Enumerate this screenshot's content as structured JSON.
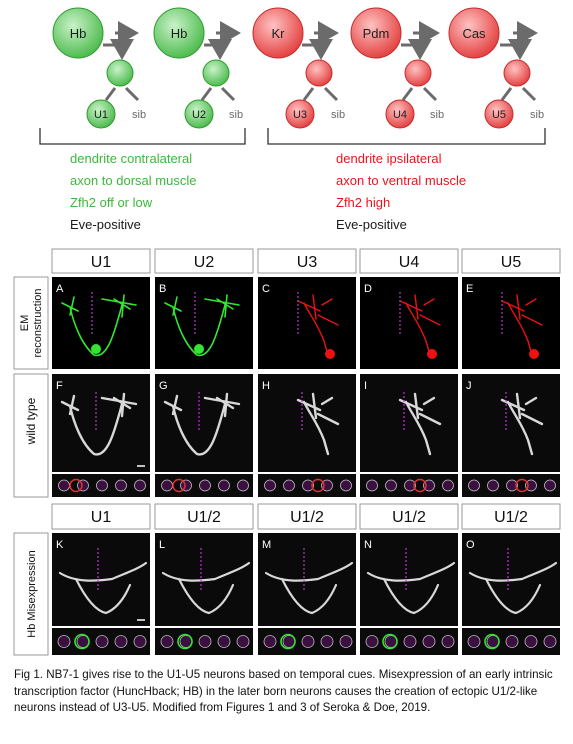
{
  "lineage": {
    "top_nodes": [
      "Hb",
      "Hb",
      "Kr",
      "Pdm",
      "Cas"
    ],
    "neurons": [
      "U1",
      "U2",
      "U3",
      "U4",
      "U5"
    ],
    "sib_label": "sib"
  },
  "groups": {
    "left": {
      "lines": [
        "dendrite contralateral",
        "axon to dorsal muscle",
        "Zfh2 off or low",
        "Eve-positive"
      ]
    },
    "right": {
      "lines": [
        "dendrite ipsilateral",
        "axon to ventral muscle",
        "Zfh2 high",
        "Eve-positive"
      ]
    }
  },
  "figure": {
    "col_labels_top": [
      "U1",
      "U2",
      "U3",
      "U4",
      "U5"
    ],
    "col_labels_mis": [
      "U1",
      "U1/2",
      "U1/2",
      "U1/2",
      "U1/2"
    ],
    "row_labels": {
      "em": [
        "EM",
        "reconstruction"
      ],
      "wt": "wild type",
      "mis": "Hb Misexpression"
    },
    "panel_letters": {
      "em": [
        "A",
        "B",
        "C",
        "D",
        "E"
      ],
      "wt": [
        "F",
        "G",
        "H",
        "I",
        "J"
      ],
      "mis": [
        "K",
        "L",
        "M",
        "N",
        "O"
      ]
    }
  },
  "caption": "Fig 1. NB7-1 gives rise to the U1-U5 neurons based on temporal cues. Misexpression of an early intrinsic transcription factor (HuncHback; HB) in the later born neurons causes the creation of ectopic U1/2-like neurons instead of U3-U5. Modified from Figures 1 and 3 of Seroka & Doe, 2019.",
  "colors": {
    "green_node": "#7ed67e",
    "red_node": "#f26262",
    "green_text": "#3cb83c",
    "red_text": "#e8161b",
    "em_green": "#33e433",
    "em_red": "#ee1111",
    "magenta": "#b23bc8"
  }
}
